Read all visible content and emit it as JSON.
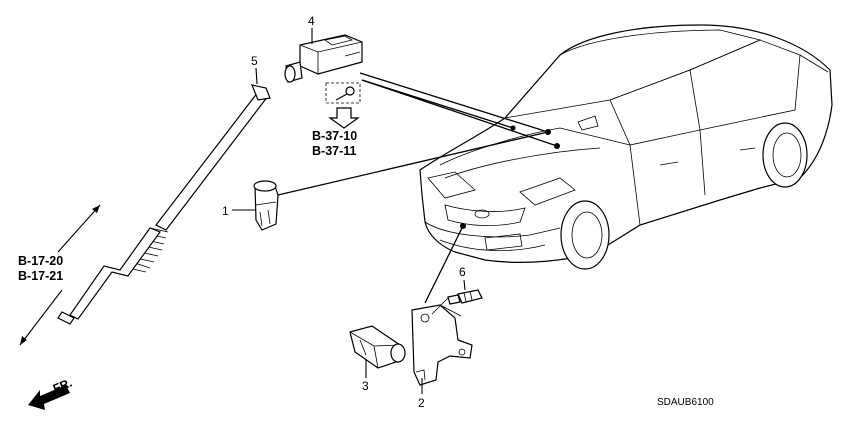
{
  "diagram": {
    "code": "SDAUB6100",
    "front_label": "FR.",
    "callouts": [
      {
        "id": "1",
        "label": "1"
      },
      {
        "id": "2",
        "label": "2"
      },
      {
        "id": "3",
        "label": "3"
      },
      {
        "id": "4",
        "label": "4"
      },
      {
        "id": "5",
        "label": "5"
      },
      {
        "id": "6",
        "label": "6"
      }
    ],
    "references": [
      {
        "id": "b3710",
        "label": "B-37-10"
      },
      {
        "id": "b3711",
        "label": "B-37-11"
      },
      {
        "id": "b1720",
        "label": "B-17-20"
      },
      {
        "id": "b1721",
        "label": "B-17-21"
      }
    ]
  }
}
